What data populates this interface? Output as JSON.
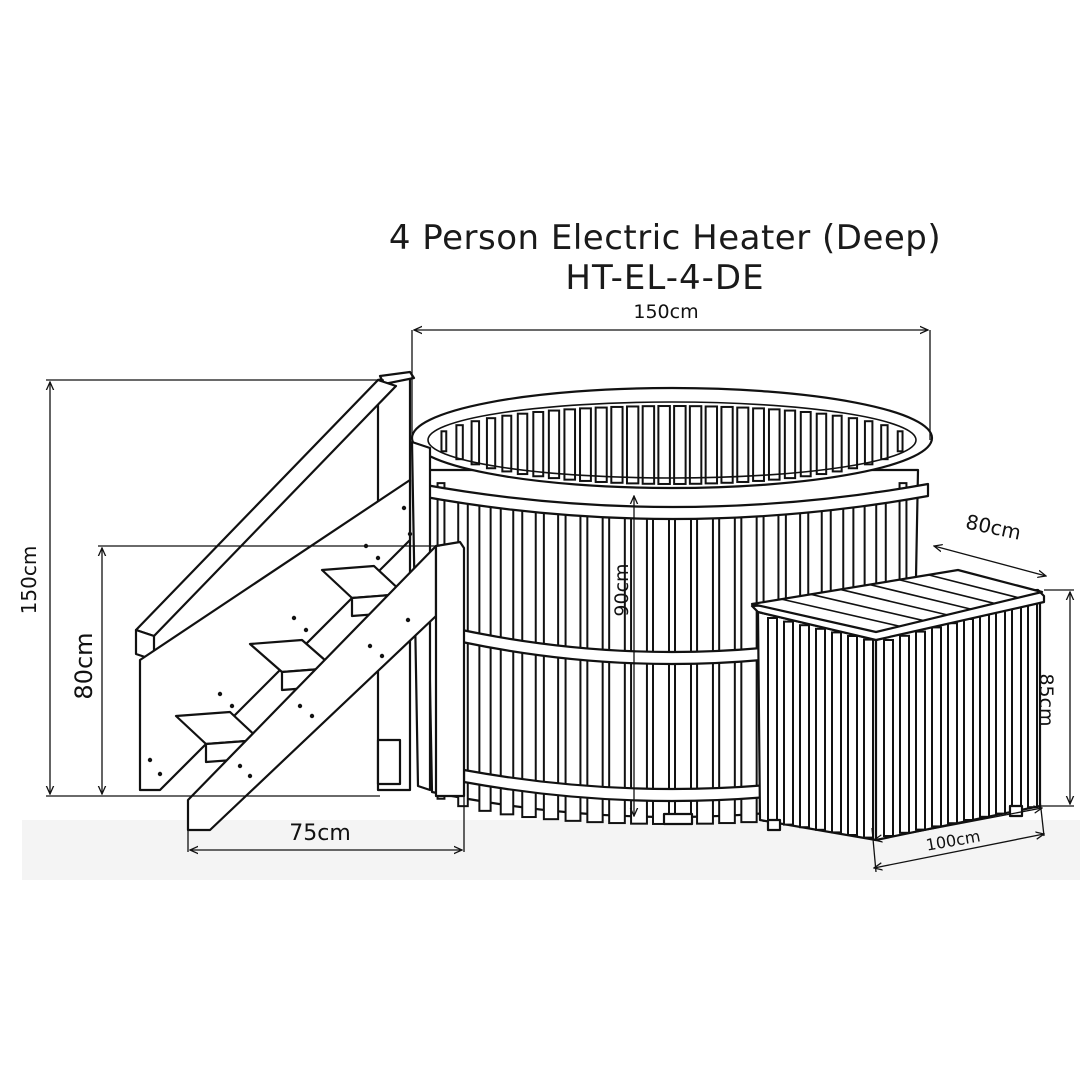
{
  "title": {
    "line1": "4 Person Electric Heater (Deep)",
    "line2": "HT-EL-4-DE"
  },
  "dimensions": {
    "tub_width": "150cm",
    "tub_height": "90cm",
    "stairs_total_height": "150cm",
    "stairs_platform_height": "80cm",
    "stairs_depth": "75cm",
    "heater_box_depth": "80cm",
    "heater_box_height": "85cm",
    "heater_box_width": "100cm"
  }
}
